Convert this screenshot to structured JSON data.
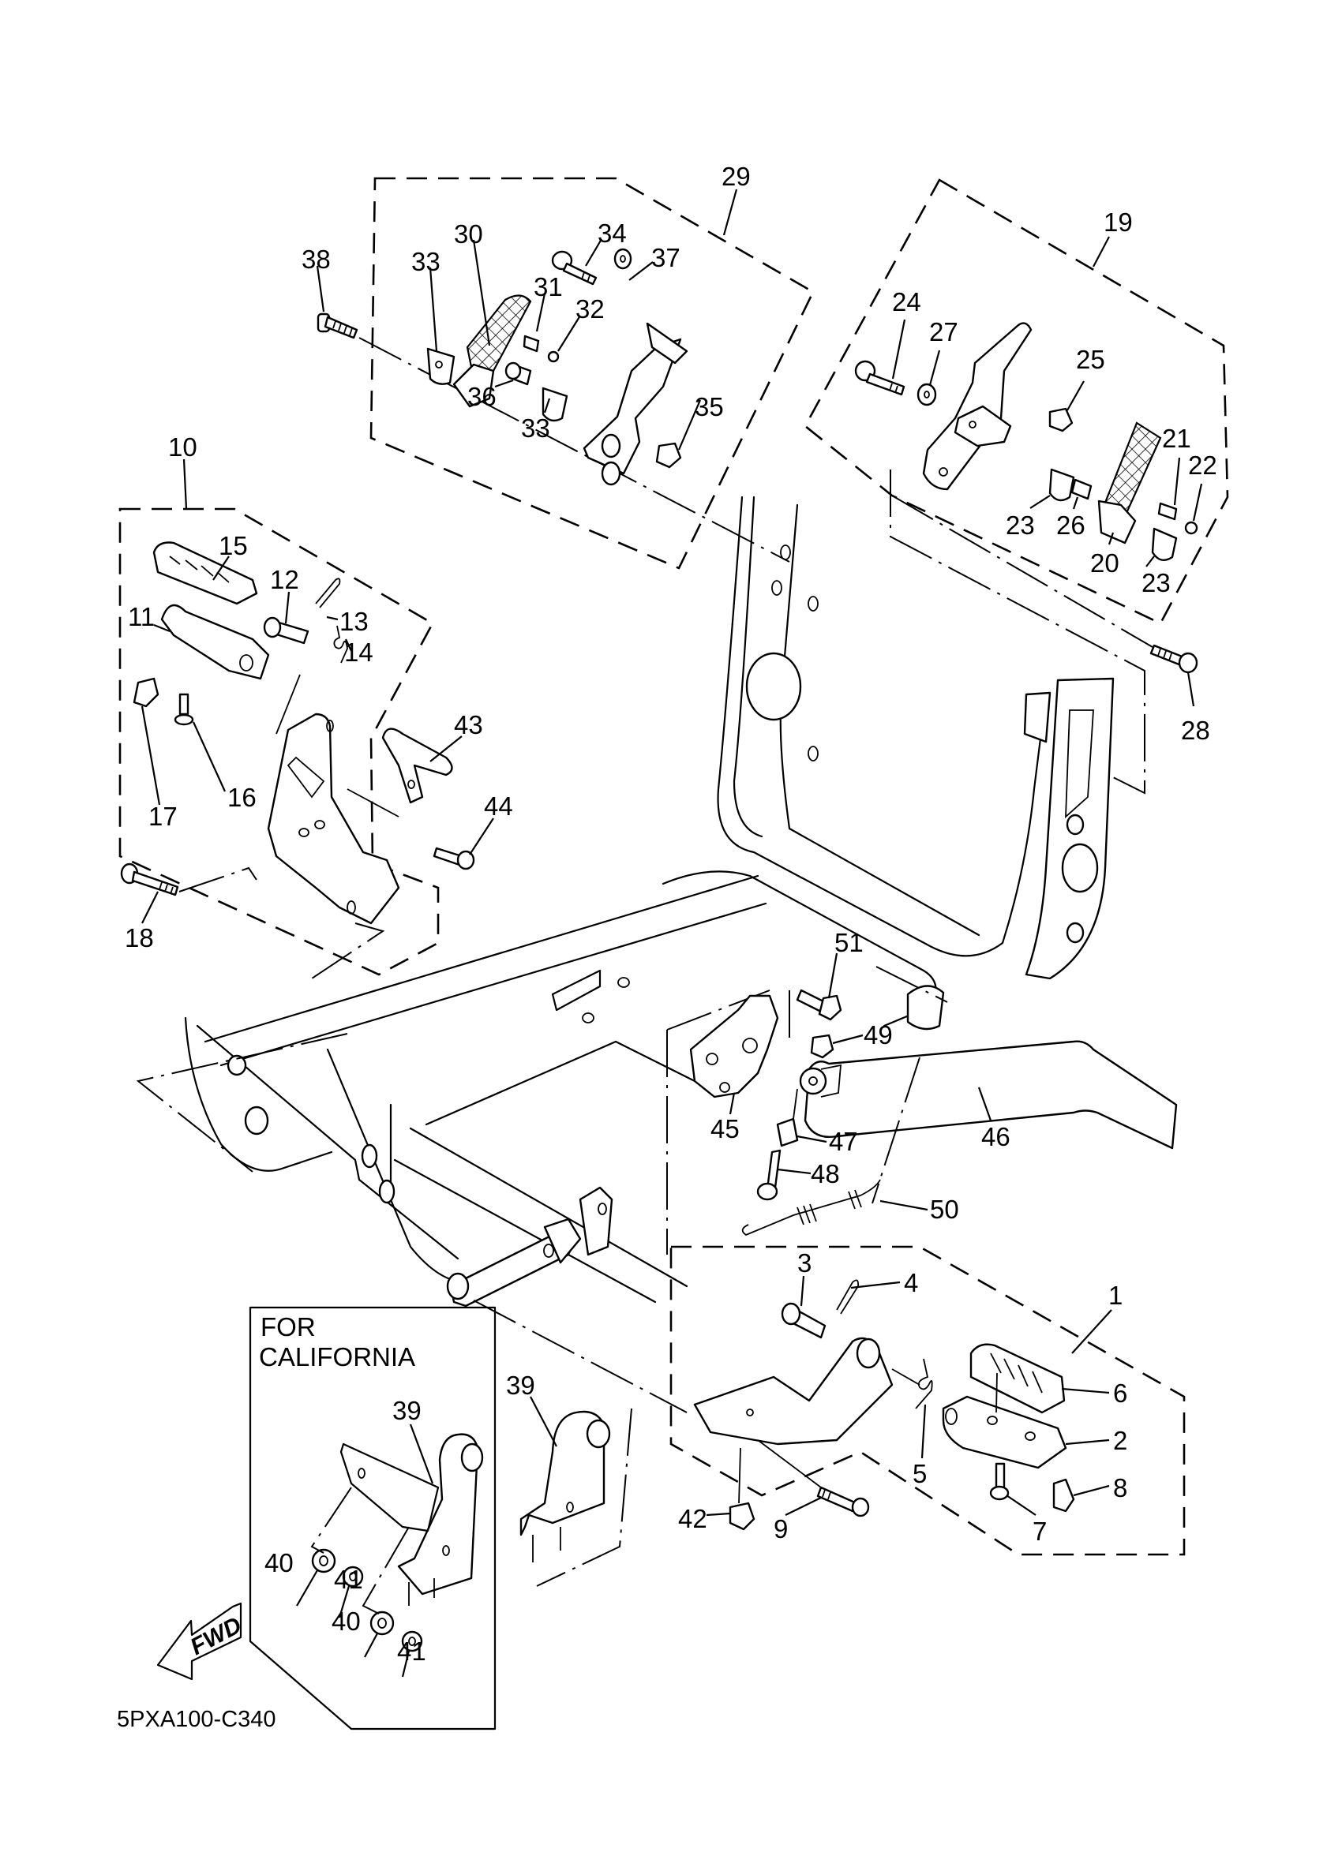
{
  "diagram": {
    "title": "Stand & Footrest exploded parts diagram",
    "drawing_code": "5PXA100-C340",
    "inset_note_line1": "FOR",
    "inset_note_line2": "CALIFORNIA",
    "direction_indicator": "FWD",
    "groups": [
      {
        "id": "rear-footrest-left",
        "callout": "29",
        "parts": [
          "30",
          "31",
          "32",
          "33",
          "34",
          "35",
          "36",
          "37"
        ]
      },
      {
        "id": "rear-footrest-right",
        "callout": "19",
        "parts": [
          "20",
          "21",
          "22",
          "23",
          "24",
          "25",
          "26",
          "27"
        ]
      },
      {
        "id": "front-footrest-left",
        "callout": "10",
        "parts": [
          "11",
          "12",
          "13",
          "14",
          "15",
          "16",
          "17"
        ]
      },
      {
        "id": "front-footrest-right",
        "callout": "1",
        "parts": [
          "2",
          "3",
          "4",
          "5",
          "6",
          "7",
          "8"
        ]
      }
    ],
    "callouts": {
      "c1": "1",
      "c2": "2",
      "c3": "3",
      "c4": "4",
      "c5": "5",
      "c6": "6",
      "c7": "7",
      "c8": "8",
      "c9": "9",
      "c10": "10",
      "c11": "11",
      "c12": "12",
      "c13": "13",
      "c14": "14",
      "c15": "15",
      "c16": "16",
      "c17": "17",
      "c18": "18",
      "c19": "19",
      "c20": "20",
      "c21": "21",
      "c22": "22",
      "c23a": "23",
      "c23b": "23",
      "c24": "24",
      "c25": "25",
      "c26": "26",
      "c27": "27",
      "c28": "28",
      "c29": "29",
      "c30": "30",
      "c31": "31",
      "c32": "32",
      "c33a": "33",
      "c33b": "33",
      "c34": "34",
      "c35": "35",
      "c36": "36",
      "c37": "37",
      "c38": "38",
      "c39a": "39",
      "c39b": "39",
      "c40a": "40",
      "c40b": "40",
      "c41a": "41",
      "c41b": "41",
      "c42": "42",
      "c43": "43",
      "c44": "44",
      "c45": "45",
      "c46": "46",
      "c47": "47",
      "c48": "48",
      "c49": "49",
      "c50": "50",
      "c51": "51"
    }
  }
}
